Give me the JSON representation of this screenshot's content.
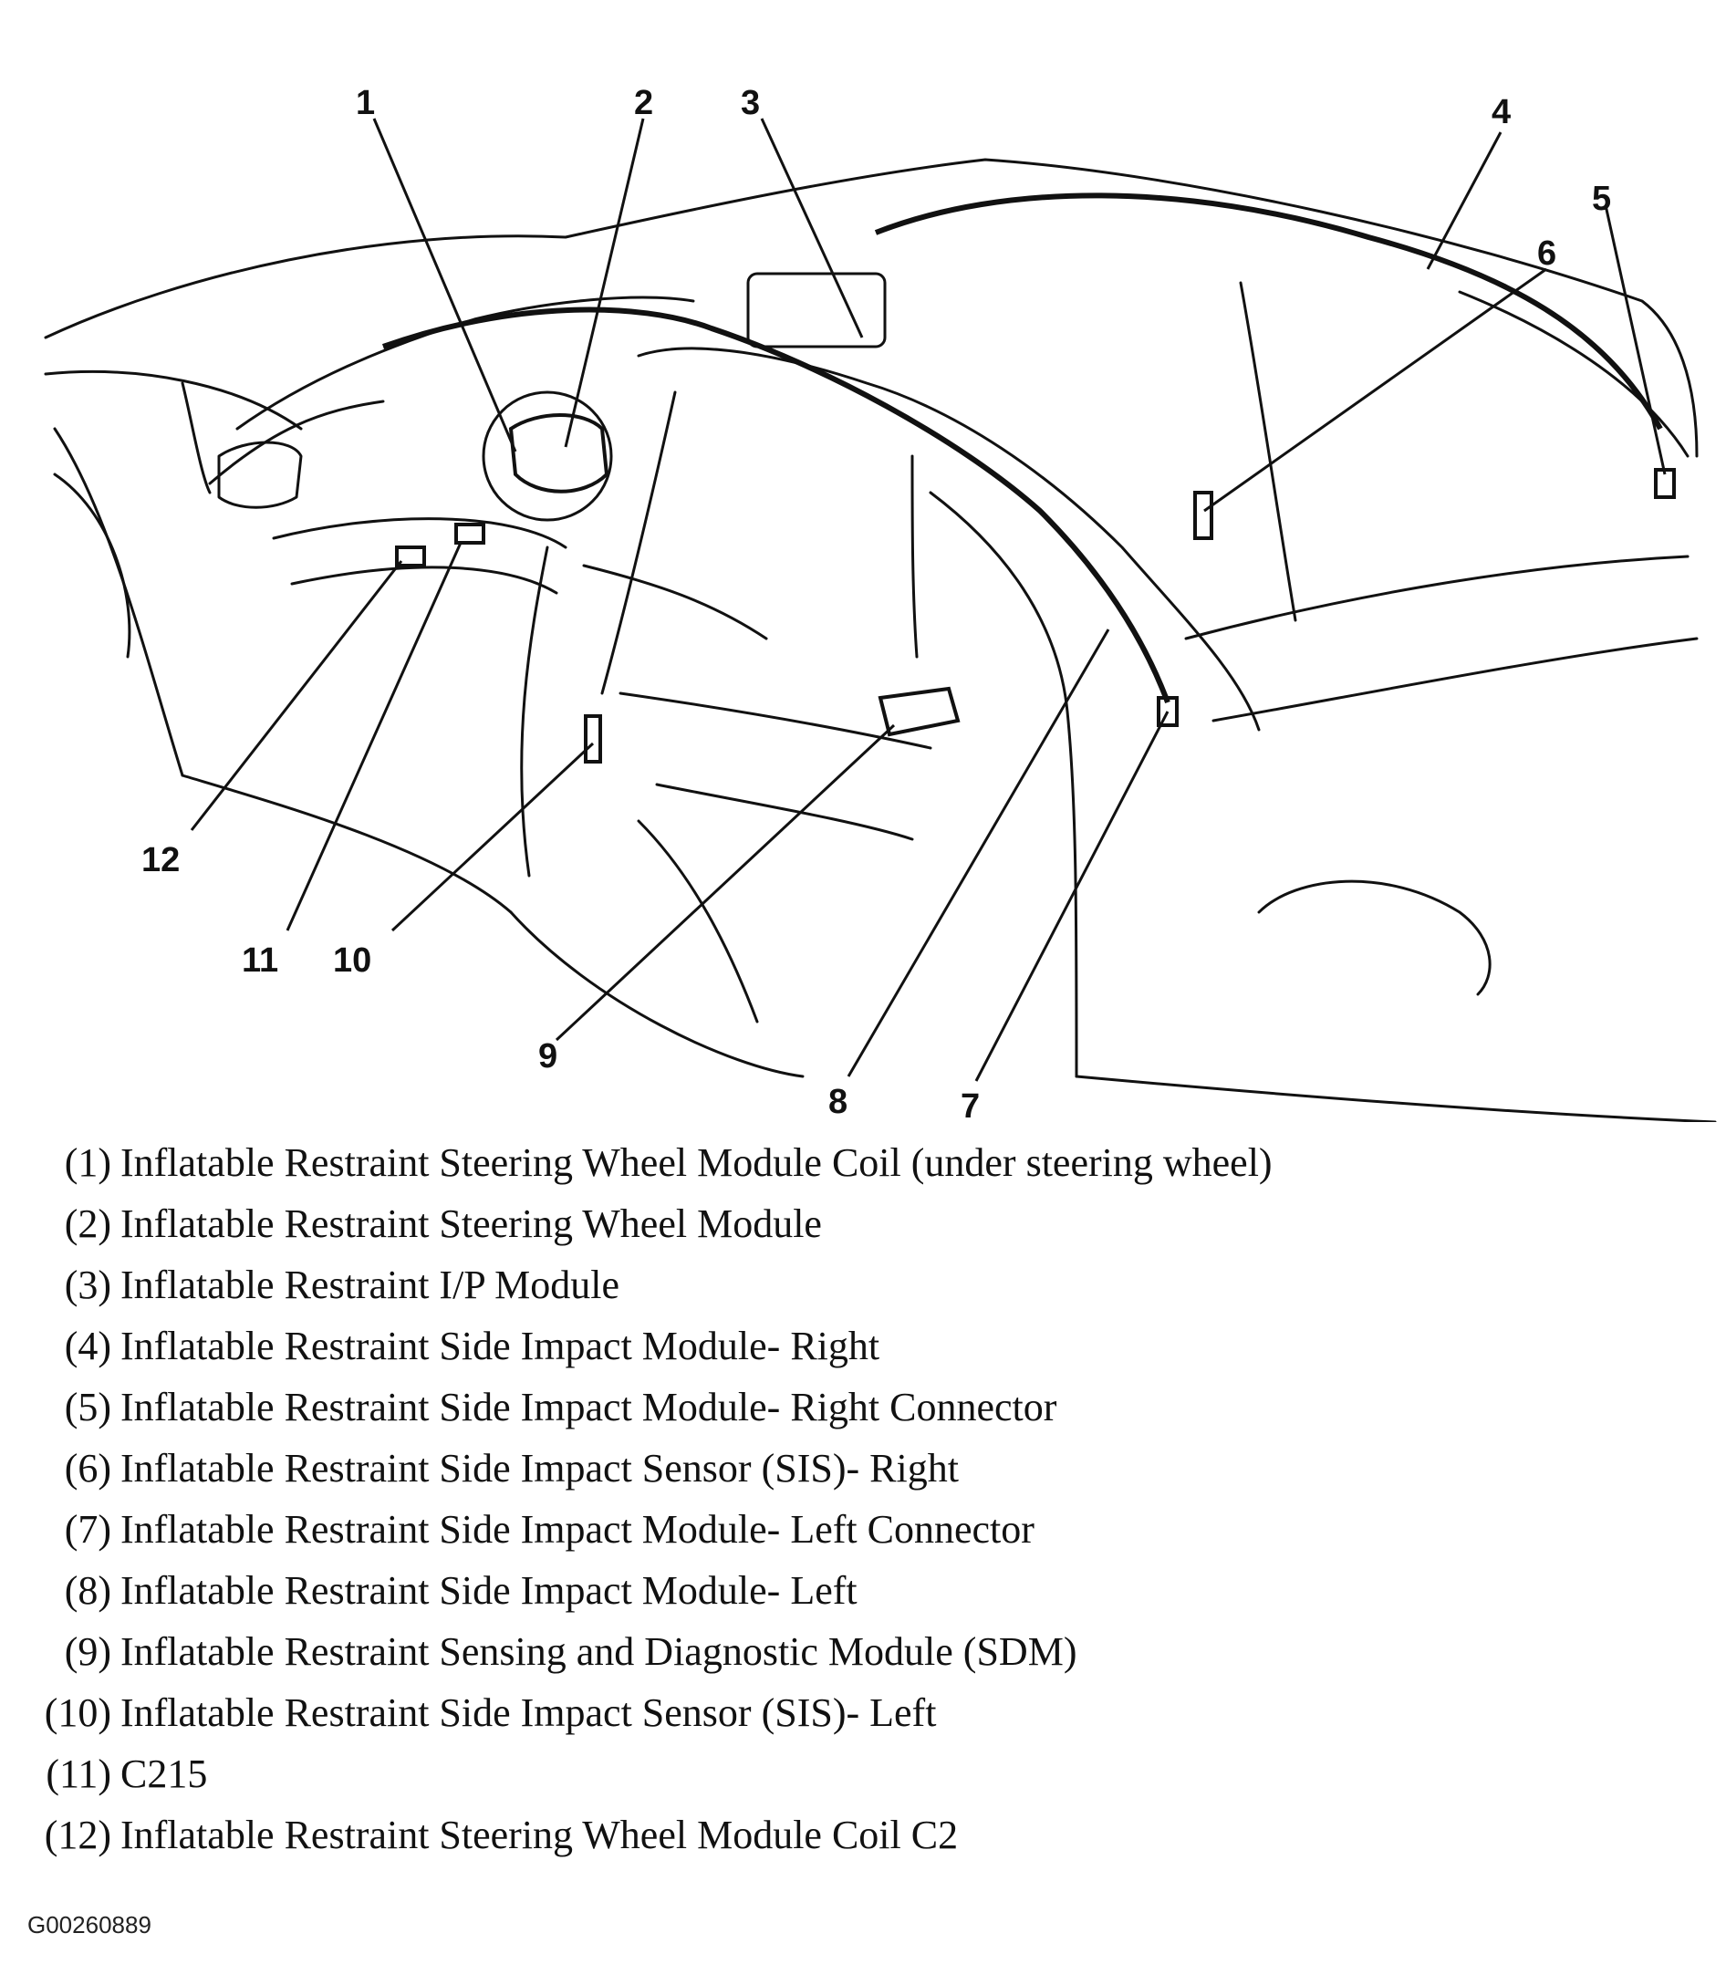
{
  "callouts": [
    "1",
    "2",
    "3",
    "4",
    "5",
    "6",
    "7",
    "8",
    "9",
    "10",
    "11",
    "12"
  ],
  "legend": [
    {
      "num": "(1)",
      "text": "Inflatable Restraint Steering Wheel Module Coil (under steering wheel)"
    },
    {
      "num": "(2)",
      "text": "Inflatable Restraint Steering Wheel Module"
    },
    {
      "num": "(3)",
      "text": "Inflatable Restraint I/P Module"
    },
    {
      "num": "(4)",
      "text": "Inflatable Restraint Side Impact Module- Right"
    },
    {
      "num": "(5)",
      "text": "Inflatable Restraint Side Impact Module- Right Connector"
    },
    {
      "num": "(6)",
      "text": "Inflatable Restraint Side Impact Sensor (SIS)- Right"
    },
    {
      "num": "(7)",
      "text": "Inflatable Restraint Side Impact Module- Left Connector"
    },
    {
      "num": "(8)",
      "text": "Inflatable Restraint Side Impact Module- Left"
    },
    {
      "num": "(9)",
      "text": "Inflatable Restraint Sensing and Diagnostic Module (SDM)"
    },
    {
      "num": "(10)",
      "text": "Inflatable Restraint Side Impact Sensor (SIS)- Left"
    },
    {
      "num": "(11)",
      "text": "C215"
    },
    {
      "num": "(12)",
      "text": "Inflatable Restraint Steering Wheel Module Coil C2"
    }
  ],
  "figure_id": "G00260889"
}
